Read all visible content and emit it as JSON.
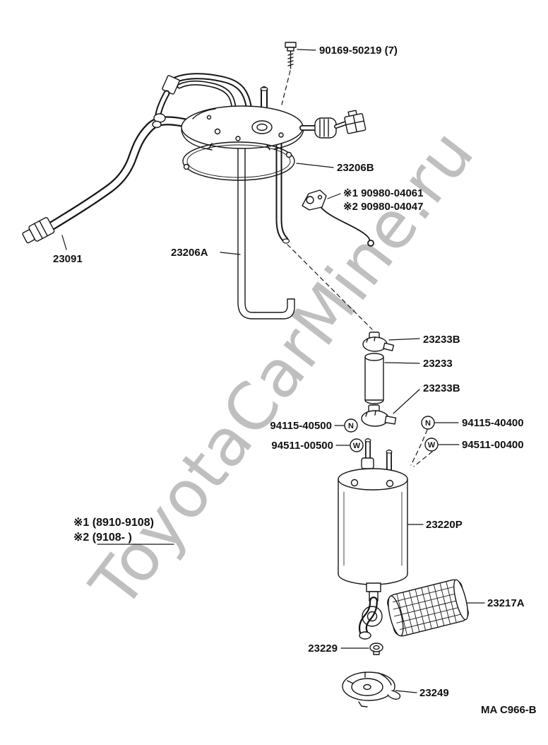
{
  "watermark": "ToyotaCarMine.ru",
  "doc_code": "MA C966-B",
  "legend": {
    "note1": "※1 (8910-9108)",
    "note2": "※2 (9108-        )"
  },
  "symbols": {
    "nut": "N",
    "washer": "W"
  },
  "labels": {
    "bolt": "90169-50219 (7)",
    "gasket": "23206B",
    "connector_var1": "※1 90980-04061",
    "connector_var2": "※2 90980-04047",
    "outlet_pipe": "23091",
    "bracket": "23206A",
    "clamp_upper": "23233B",
    "hose": "23233",
    "clamp_lower": "23233B",
    "nut_left": "94115-40500",
    "nut_right": "94115-40400",
    "washer_left": "94511-00500",
    "washer_right": "94511-00400",
    "pump": "23220P",
    "filter": "23217A",
    "grommet": "23229",
    "rotor": "23249"
  }
}
